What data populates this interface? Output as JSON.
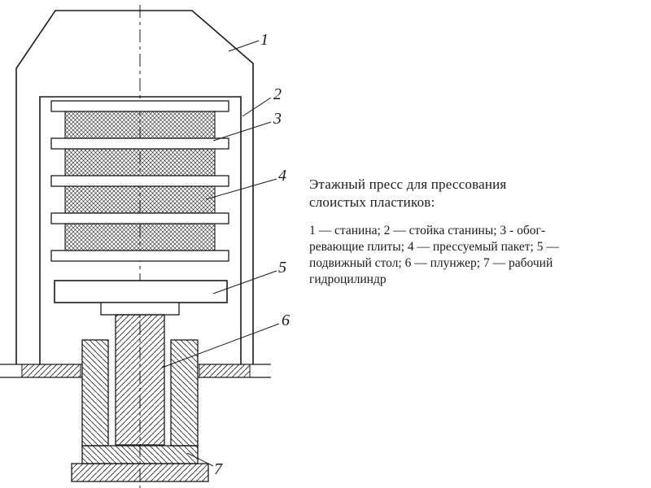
{
  "figure": {
    "title_lines": [
      "Этажный пресс для прессования",
      "слоистых пластиков:"
    ],
    "caption_lines": [
      "1 — станина; 2 — стойка станины; 3 - обог-",
      "ревающие плиты; 4 — прессуемый пакет; 5 —",
      "подвижный стол; 6 — плунжер; 7 — рабочий",
      "гидроцилиндр"
    ],
    "caption_full": "1 — станина; 2 — стойка станины; 3 - обогревающие плиты; 4 — прессуемый пакет; 5 — подвижный стол; 6 — плунжер; 7 — рабочий гидроцилиндр"
  },
  "diagram": {
    "callouts": [
      {
        "num": "1",
        "part": "станина"
      },
      {
        "num": "2",
        "part": "стойка станины"
      },
      {
        "num": "3",
        "part": "обогревающие плиты"
      },
      {
        "num": "4",
        "part": "прессуемый пакет"
      },
      {
        "num": "5",
        "part": "подвижный стол"
      },
      {
        "num": "6",
        "part": "плунжер"
      },
      {
        "num": "7",
        "part": "рабочий гидроцилиндр"
      }
    ],
    "ink_color": "#1a1a1a",
    "background": "#ffffff"
  }
}
